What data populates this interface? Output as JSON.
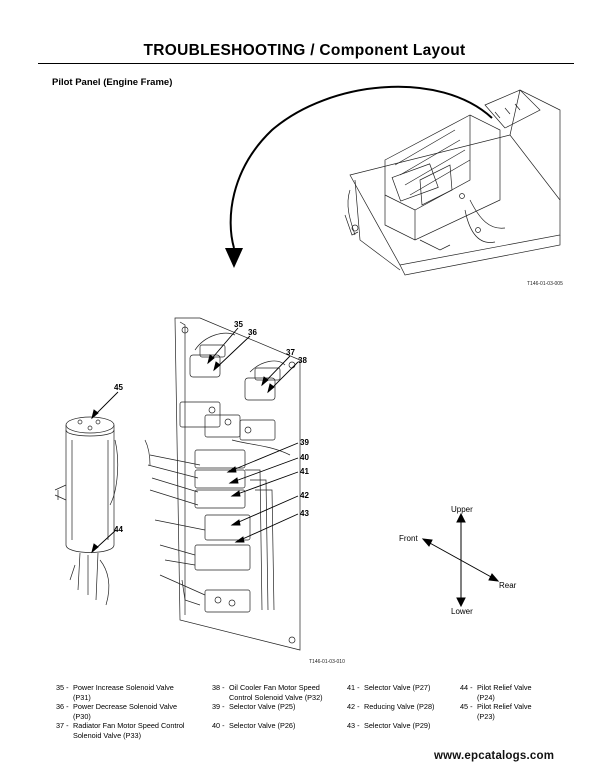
{
  "header": {
    "title": "TROUBLESHOOTING / Component Layout",
    "subtitle": "Pilot Panel (Engine Frame)"
  },
  "figure_codes": {
    "top": "T146-01-03-005",
    "bottom": "T146-01-03-010"
  },
  "callouts": [
    "35",
    "36",
    "37",
    "38",
    "39",
    "40",
    "41",
    "42",
    "43",
    "44",
    "45"
  ],
  "directions": {
    "upper": "Upper",
    "lower": "Lower",
    "front": "Front",
    "rear": "Rear"
  },
  "legend": [
    {
      "num": "35 -",
      "line1": "Power Increase Solenoid Valve",
      "line2": "(P31)"
    },
    {
      "num": "36 -",
      "line1": "Power Decrease Solenoid Valve",
      "line2": "(P30)"
    },
    {
      "num": "37 -",
      "line1": "Radiator Fan Motor Speed Control",
      "line2": "Solenoid Valve (P33)"
    },
    {
      "num": "38 -",
      "line1": "Oil Cooler Fan Motor Speed",
      "line2": "Control Solenoid Valve (P32)"
    },
    {
      "num": "39 -",
      "line1": "Selector Valve (P25)",
      "line2": ""
    },
    {
      "num": "40 -",
      "line1": "Selector Valve (P26)",
      "line2": ""
    },
    {
      "num": "41 -",
      "line1": "Selector Valve (P27)",
      "line2": ""
    },
    {
      "num": "42 -",
      "line1": "Reducing Valve (P28)",
      "line2": ""
    },
    {
      "num": "43 -",
      "line1": "Selector Valve (P29)",
      "line2": ""
    },
    {
      "num": "44 -",
      "line1": "Pilot Relief Valve",
      "line2": "(P24)"
    },
    {
      "num": "45 -",
      "line1": "Pilot Relief Valve",
      "line2": "(P23)"
    }
  ],
  "footer": {
    "watermark": "www.epcatalogs.com"
  }
}
